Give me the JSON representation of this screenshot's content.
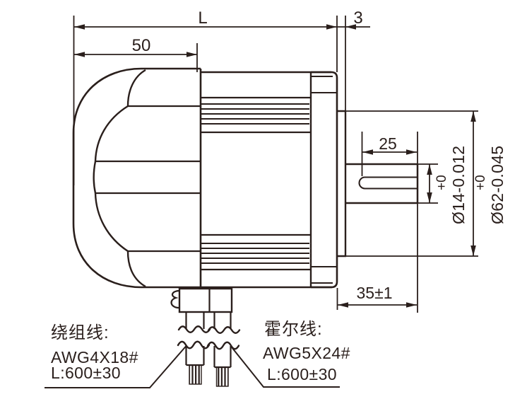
{
  "ink_color": "#2a1f1c",
  "dimensions": {
    "overall_length_label": "L",
    "pilot_boss_length": "3",
    "rear_cap_length": "50",
    "shaft_flat_length": "25",
    "shaft_extension": "35±1",
    "shaft_diameter": {
      "value": "Ø14-0.012",
      "tolerance": "+0"
    },
    "pilot_diameter": {
      "value": "Ø62-0.045",
      "tolerance": "+0"
    }
  },
  "wire_labels": {
    "winding": {
      "title": "绕组线:",
      "gauge": "AWG4X18#",
      "length": "L:600±30"
    },
    "hall": {
      "title": "霍尔线:",
      "gauge": "AWG5X24#",
      "length": "L:600±30"
    }
  }
}
